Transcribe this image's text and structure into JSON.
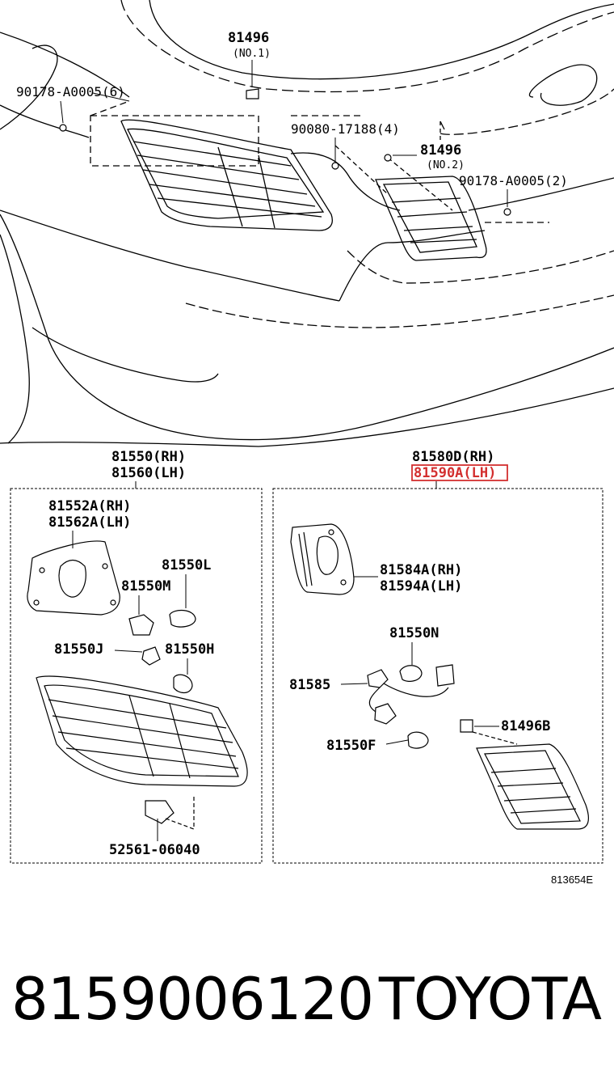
{
  "top_labels": {
    "clip_top": "81496",
    "clip_top_no": "(NO.1)",
    "screw_left": "90178-A0005(6)",
    "screw_mid": "90080-17188(4)",
    "clip_right": "81496",
    "clip_right_no": "(NO.2)",
    "screw_right": "90178-A0005(2)"
  },
  "left_group": {
    "header_rh": "81550(RH)",
    "header_lh": "81560(LH)",
    "gasket_rh": "81552A(RH)",
    "gasket_lh": "81562A(LH)",
    "bulb_l": "81550L",
    "socket_m": "81550M",
    "socket_j": "81550J",
    "bulb_h": "81550H",
    "clip": "52561-06040"
  },
  "right_group": {
    "header_rh": "81580D(RH)",
    "header_lh": "81590A(LH)",
    "gasket_rh": "81584A(RH)",
    "gasket_lh": "81594A(LH)",
    "bulb_n": "81550N",
    "harness": "81585",
    "bulb_f": "81550F",
    "clip_b": "81496B"
  },
  "highlight_color": "#d32f2f",
  "diagram_code": "813654E",
  "footer": {
    "part_number": "8159006120",
    "brand": "TOYOTA"
  }
}
